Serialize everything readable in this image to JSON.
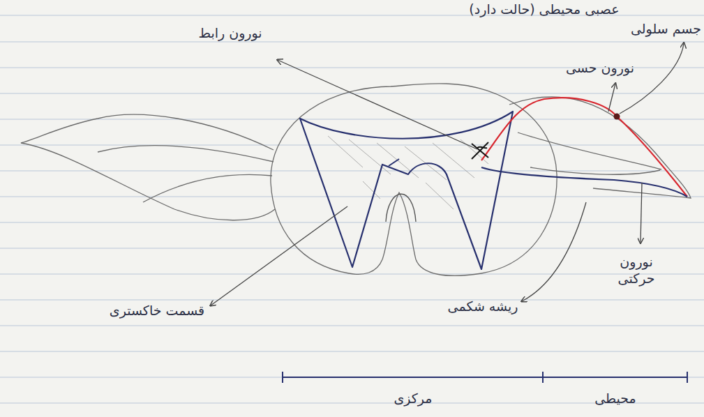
{
  "diagram": {
    "title": "عصبی محیطی (حالت دارد)",
    "labels": [
      "نورون رابط",
      "جسم سلولی",
      "نورون حسی",
      "نورون حرکتی",
      "قسمت خاکستری",
      "ریشه شکمی",
      "مرکزی",
      "محیطی"
    ]
  }
}
